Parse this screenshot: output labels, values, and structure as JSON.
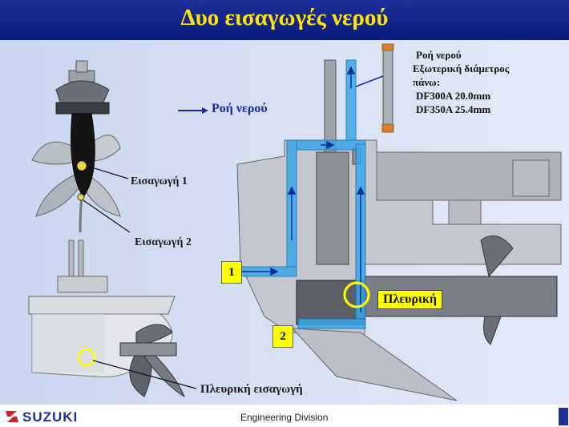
{
  "title": "Δυο εισαγωγές νερού",
  "legend": {
    "arrow_label": "Ροή νερού"
  },
  "labels": {
    "inlet_1": "Εισαγωγή  1",
    "inlet_2": "Εισαγωγή  2",
    "side_inlet": "Πλευρική  εισαγωγή",
    "side_tag": "Πλευρική",
    "box_1": "1",
    "box_2": "2"
  },
  "info": {
    "line1": "Ροή νερού",
    "line2": "Εξωτερική  διάμετρος",
    "line3": "πάνω:",
    "line4": "DF300A  20.0mm",
    "line5": "DF350A  25.4mm"
  },
  "footer": {
    "brand": "SUZUKI",
    "division": "Engineering Division"
  },
  "colors": {
    "title_bar": "#0a1a7a",
    "title_text": "#ffe600",
    "water_flow": "#3aa6e8",
    "highlight": "#ffff00",
    "brand": "#1a2e9c"
  }
}
